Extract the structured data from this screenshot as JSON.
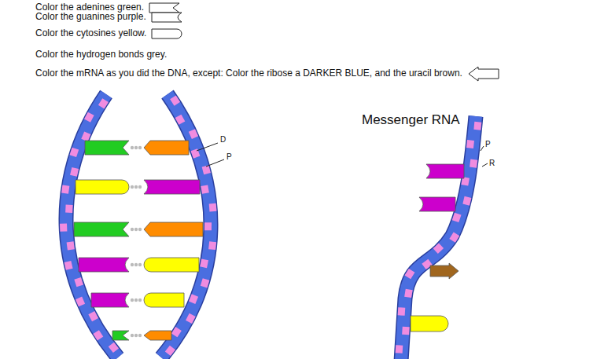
{
  "diagram": {
    "labels": [
      "Color the adenines green.",
      "Color the guanines purple.",
      "Color the cytosines yellow.",
      "Color the hydrogen bonds grey.",
      "Color the mRNA as you did the DNA, except:  Color the ribose a DARKER BLUE, and the uracil brown.",
      "D",
      "P",
      "Messenger RNA",
      "P",
      "R"
    ]
  }
}
